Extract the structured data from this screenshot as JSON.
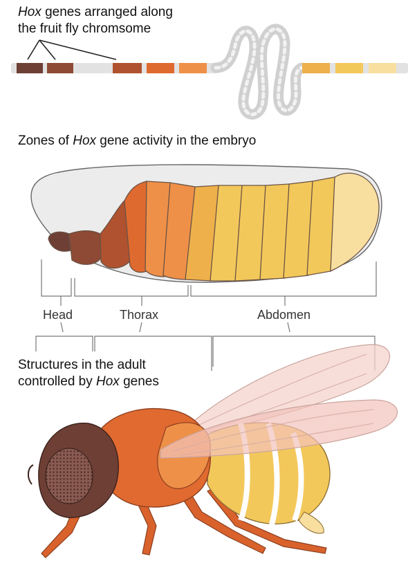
{
  "chromosome_caption": {
    "line1_italic": "Hox",
    "line1_rest": " genes arranged along",
    "line2": "the fruit fly chromsome"
  },
  "embryo_caption": {
    "before": "Zones of ",
    "italic": "Hox",
    "after": " gene activity in the embryo"
  },
  "regions": {
    "head": "Head",
    "thorax": "Thorax",
    "abdomen": "Abdomen"
  },
  "adult_caption": {
    "line1": "Structures in the adult",
    "line2_before": "controlled by ",
    "line2_italic": "Hox",
    "line2_after": " genes"
  },
  "colors": {
    "head_dark": "#6e3f35",
    "head_brown": "#8e4a34",
    "thorax_deep": "#b0522f",
    "thorax_orange": "#df6a30",
    "thorax_light": "#ef9048",
    "abdomen_amber": "#eeb04a",
    "abdomen_yellow": "#f3c85a",
    "tail_pale": "#f8dfa0",
    "chromosome_gray": "#d8d8d8",
    "outline": "#5a4a40",
    "wing_pink": "#f2c2ba"
  },
  "icons": [
    "chromosome-icon",
    "embryo-icon",
    "fruit-fly-icon"
  ]
}
